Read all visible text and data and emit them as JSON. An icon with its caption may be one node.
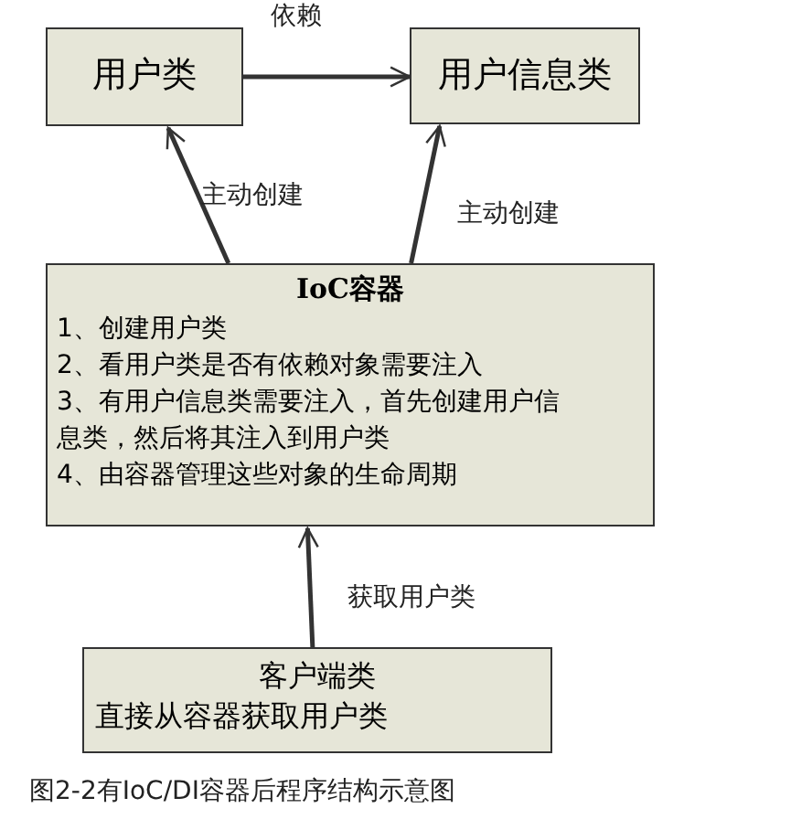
{
  "diagram": {
    "caption": "图2-2有IoC/DI容器后程序结构示意图",
    "nodes": [
      {
        "text": [
          "用户类"
        ]
      },
      {
        "text": [
          "用户信息类"
        ]
      },
      {
        "text": [
          "IoC容器",
          "1、创建用户类",
          "2、看用户类是否有依赖对象需要注入",
          "3、有用户信息类需要注入，首先创建用户信息类，然后将其注入到用户类",
          "4、由容器管理这些对象的生命周期"
        ]
      },
      {
        "text": [
          "客户端类",
          "直接从容器获取用户类"
        ]
      }
    ],
    "edges": [
      {
        "from": 0,
        "to": 1,
        "arrow": "to",
        "label": "依赖"
      },
      {
        "from": 2,
        "to": 0,
        "arrow": "to",
        "label": "主动创建"
      },
      {
        "from": 2,
        "to": 1,
        "arrow": "to",
        "label": "主动创建"
      },
      {
        "from": 3,
        "to": 2,
        "arrow": "to",
        "label": "获取用户类"
      }
    ]
  }
}
